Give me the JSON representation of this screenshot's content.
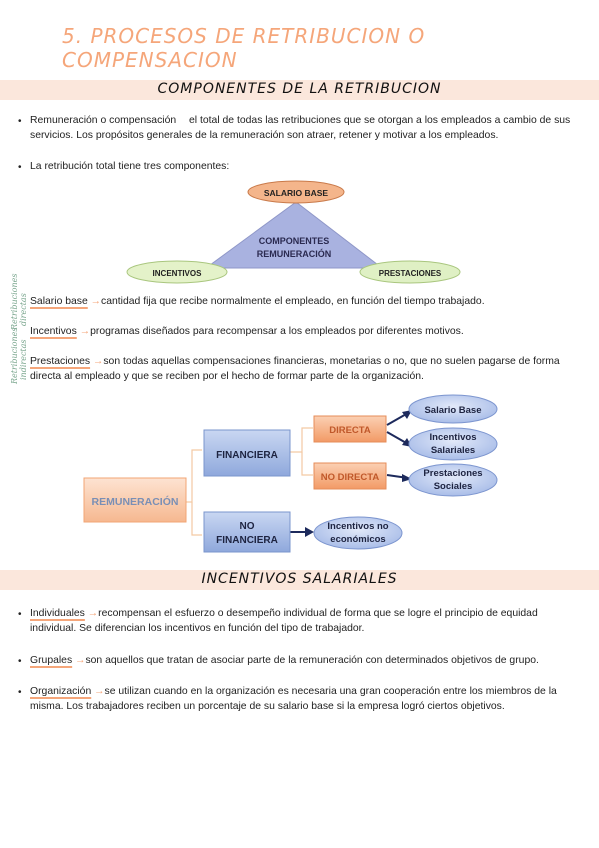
{
  "title": "5. PROCESOS DE RETRIBUCION O COMPENSACION",
  "section1": {
    "heading": "COMPONENTES DE LA RETRIBUCION",
    "intro_term": "Remuneración o compensación",
    "intro_rest": "el total de todas las retribuciones que se otorgan a los empleados a cambio de sus servicios. Los propósitos generales de la remuneración son atraer, retener y motivar a los empleados.",
    "components_intro": "La retribución total tiene tres componentes:",
    "triangle": {
      "top": "SALARIO BASE",
      "center_line1": "COMPONENTES",
      "center_line2": "REMUNERACIÓN",
      "left": "INCENTIVOS",
      "right": "PRESTACIONES"
    },
    "definitions": [
      {
        "term": "Salario base",
        "text": "cantidad fija que recibe normalmente el empleado, en función del tiempo trabajado."
      },
      {
        "term": "Incentivos",
        "text": "programas diseñados para recompensar a los empleados por diferentes motivos."
      },
      {
        "term": "Prestaciones",
        "text": "son todas aquellas compensaciones financieras, monetarias o no, que no suelen pagarse de forma directa al empleado y que se reciben por el hecho de formar parte de la organización."
      }
    ],
    "side_notes": [
      "Retribuciones",
      "directas",
      "Retribuciones",
      "indirectas"
    ]
  },
  "tree": {
    "root": "REMUNERACIÓN",
    "financiera": "FINANCIERA",
    "no_financiera_1": "NO",
    "no_financiera_2": "FINANCIERA",
    "directa": "DIRECTA",
    "no_directa": "NO DIRECTA",
    "salario_base": "Salario Base",
    "incentivos_1": "Incentivos",
    "incentivos_2": "Salariales",
    "prestaciones_1": "Prestaciones",
    "prestaciones_2": "Sociales",
    "no_economicos_1": "Incentivos no",
    "no_economicos_2": "económicos"
  },
  "section2": {
    "heading": "INCENTIVOS SALARIALES",
    "items": [
      {
        "term": "Individuales",
        "text": "recompensan el esfuerzo o desempeño individual de forma que se logre el principio de equidad individual. Se diferencian los incentivos en función del tipo de trabajador."
      },
      {
        "term": "Grupales",
        "text": "son aquellos que tratan de asociar parte de la remuneración con determinados objetivos de grupo."
      },
      {
        "term": "Organización",
        "text": "se utilizan cuando en la organización es necesaria una gran cooperación entre los miembros de la misma. Los trabajadores reciben un porcentaje de su salario base si la empresa logró ciertos objetivos."
      }
    ]
  },
  "colors": {
    "accent": "#f5a67a",
    "band": "#fbe7dc",
    "triangle": "#a6aede",
    "oval_green": "#d8edb7",
    "box_blue": "#9bb3e0",
    "box_orange": "#f4a777"
  }
}
